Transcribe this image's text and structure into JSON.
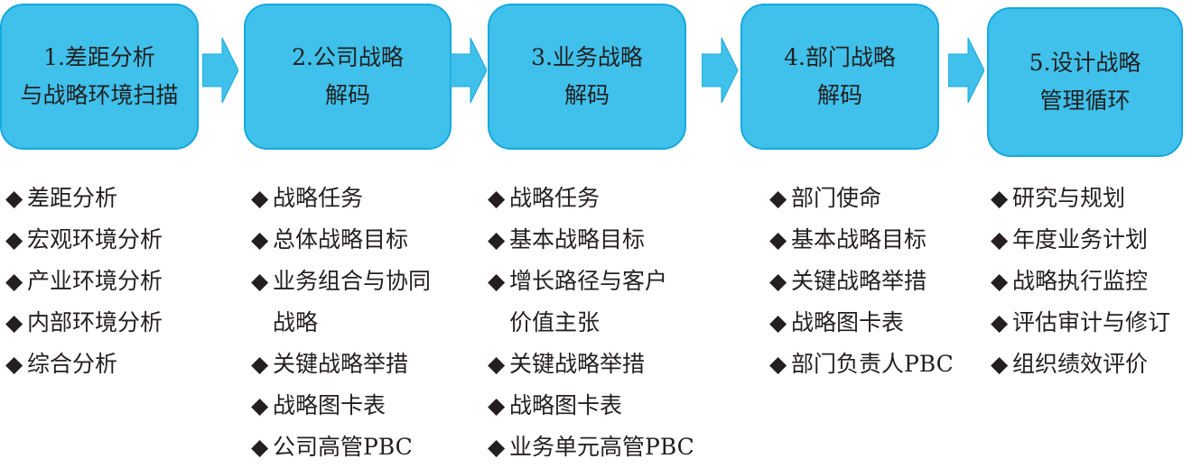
{
  "steps": [
    {
      "line1": "1.差距分析",
      "line2": "与战略环境扫描"
    },
    {
      "line1": "2.公司战略",
      "line2": "解码"
    },
    {
      "line1": "3.业务战略",
      "line2": "解码"
    },
    {
      "line1": "4.部门战略",
      "line2": "解码"
    },
    {
      "line1": "5.设计战略",
      "line2": "管理循环"
    }
  ],
  "bullet_glyph": "◆",
  "lists": [
    [
      "差距分析",
      "宏观环境分析",
      "产业环境分析",
      "内部环境分析",
      "综合分析"
    ],
    [
      "战略任务",
      "总体战略目标",
      "业务组合与协同",
      "战略",
      "关键战略举措",
      "战略图卡表",
      "公司高管PBC"
    ],
    [
      "战略任务",
      "基本战略目标",
      "增长路径与客户",
      "价值主张",
      "关键战略举措",
      "战略图卡表",
      "业务单元高管PBC"
    ],
    [
      "部门使命",
      "基本战略目标",
      "关键战略举措",
      "战略图卡表",
      "部门负责人PBC"
    ],
    [
      "研究与规划",
      "年度业务计划",
      "战略执行监控",
      "评估审计与修订",
      "组织绩效评价"
    ]
  ],
  "colors": {
    "box_fill": "#3fc1eb",
    "box_border": "#16a8dc",
    "arrow": "#3fc1eb"
  }
}
